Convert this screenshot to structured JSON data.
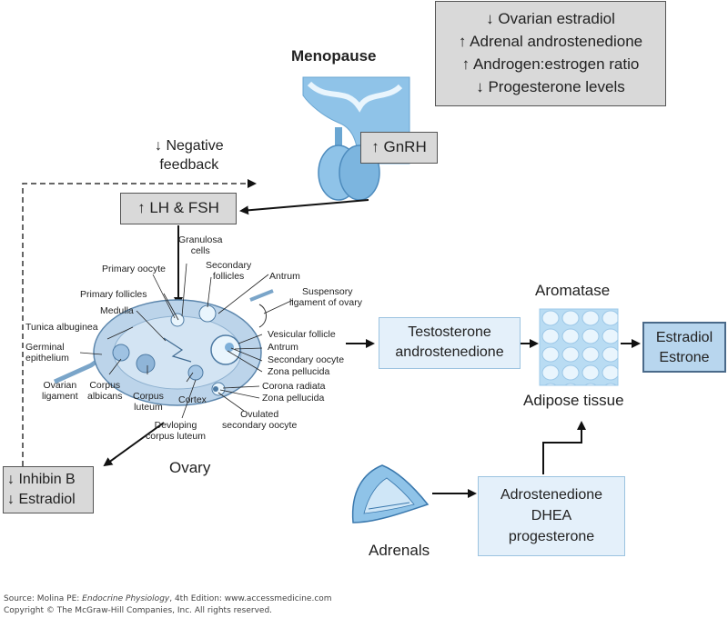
{
  "menopause_box": {
    "lines": [
      "↓ Ovarian estradiol",
      "↑ Adrenal androstenedione",
      "↑ Androgen:estrogen ratio",
      "↓ Progesterone levels"
    ]
  },
  "title": "Menopause",
  "gnrh": "↑ GnRH",
  "negative_feedback": [
    "↓ Negative",
    "feedback"
  ],
  "lh_fsh": "↑ LH & FSH",
  "ovary_labels": {
    "granulosa_cells": [
      "Granulosa",
      "cells"
    ],
    "primary_oocyte": "Primary oocyte",
    "secondary_follicles": [
      "Secondary",
      "follicles"
    ],
    "antrum_top": "Antrum",
    "suspensory_ligament": [
      "Suspensory",
      "ligament of ovary"
    ],
    "primary_follicles": "Primary follicles",
    "medulla": "Medulla",
    "tunica_albuginea": "Tunica albuginea",
    "germinal_epithelium": [
      "Germinal",
      "epithelium"
    ],
    "ovarian_ligament": [
      "Ovarian",
      "ligament"
    ],
    "corpus_albicans": [
      "Corpus",
      "albicans"
    ],
    "corpus_luteum": [
      "Corpus",
      "luteum"
    ],
    "cortex": "Cortex",
    "developing_corpus_luteum": [
      "Devloping",
      "corpus luteum"
    ],
    "vesicular_follicle": "Vesicular follicle",
    "antrum": "Antrum",
    "secondary_oocyte": "Secondary oocyte",
    "zona_pellucida_1": "Zona pellucida",
    "corona_radiata": "Corona radiata",
    "zona_pellucida_2": "Zona pellucida",
    "ovulated_oocyte": [
      "Ovulated",
      "secondary oocyte"
    ]
  },
  "ovary": "Ovary",
  "inhibin_box": [
    "↓ Inhibin B",
    "↓ Estradiol"
  ],
  "testosterone_box": [
    "Testosterone",
    "androstenedione"
  ],
  "aromatase": "Aromatase",
  "adipose": "Adipose tissue",
  "estradiol_box": [
    "Estradiol",
    "Estrone"
  ],
  "adrenal_box": [
    "Adrostenedione",
    "DHEA",
    "progesterone"
  ],
  "adrenals": "Adrenals",
  "source": {
    "prefix": "Source: Molina PE: ",
    "book": "Endocrine Physiology",
    "suffix": ", 4th Edition: www.accessmedicine.com",
    "copyright": "Copyright © The McGraw-Hill Companies, Inc. All rights reserved."
  },
  "colors": {
    "grey_box": "#d9d9d9",
    "blue_box": "#e4f0fa",
    "estradiol_box": "#b8d6ee",
    "pituitary": "#8fc3e8",
    "ovary": "#bcd4ea",
    "adipose": "#a9d0ee"
  }
}
